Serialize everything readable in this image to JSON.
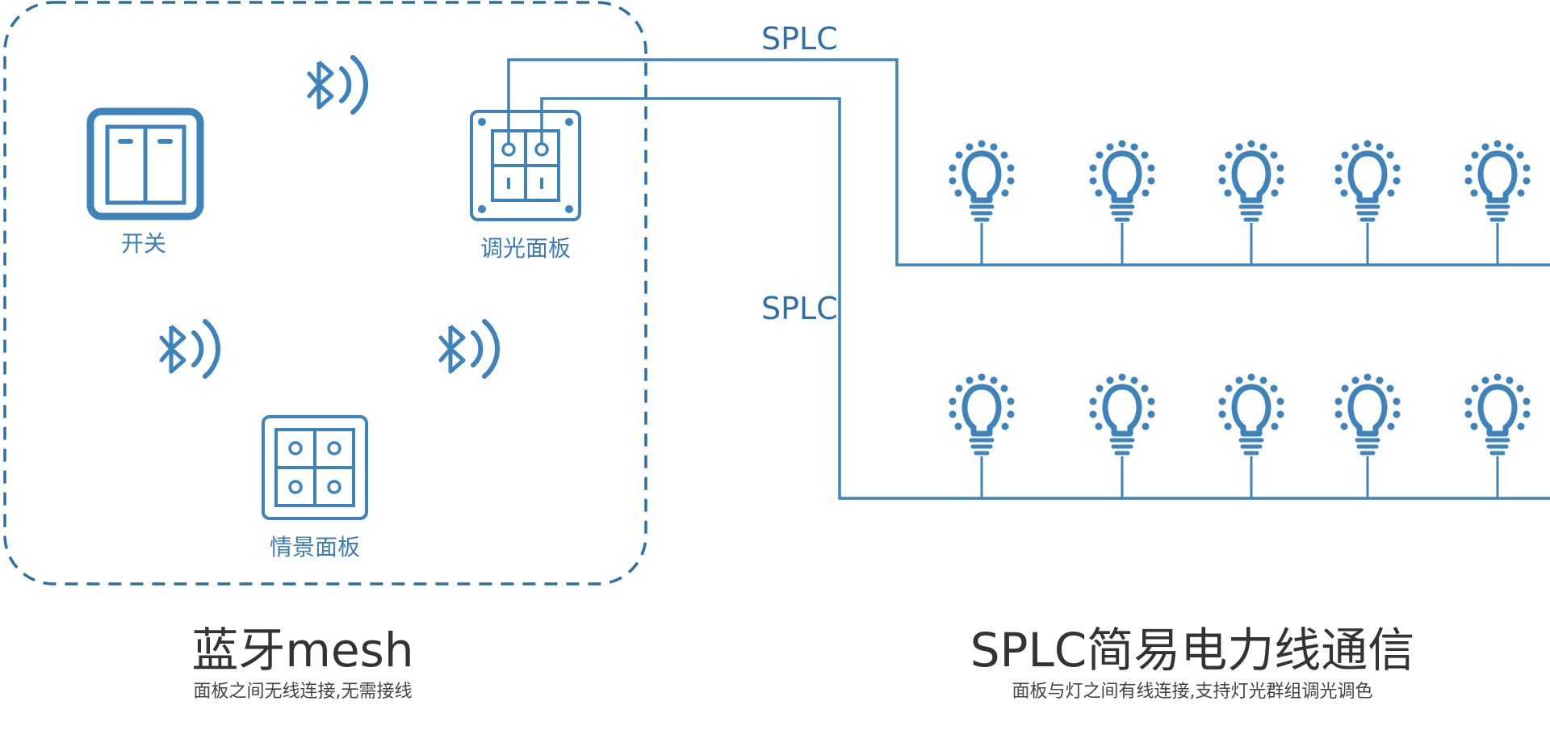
{
  "colors": {
    "primary": "#3d7db5",
    "line": "#3f83bd",
    "dashed_border": "#2c6ea6",
    "title_text": "#333333",
    "sub_text": "#444444"
  },
  "mesh": {
    "devices": {
      "switch": {
        "label": "开关",
        "icon": "two-gang-switch-icon"
      },
      "dimmer_panel": {
        "label": "调光面板",
        "icon": "dimmer-panel-icon"
      },
      "scene_panel": {
        "label": "情景面板",
        "icon": "scene-panel-icon"
      }
    },
    "signal_icon": "bluetooth-signal-icon",
    "title": "蓝牙mesh",
    "description": "面板之间无线连接,无需接线"
  },
  "splc": {
    "line_labels": [
      "SPLC",
      "SPLC"
    ],
    "bulb_icon": "light-bulb-icon",
    "title": "SPLC简易电力线通信",
    "description": "面板与灯之间有线连接,支持灯光群组调光调色"
  }
}
